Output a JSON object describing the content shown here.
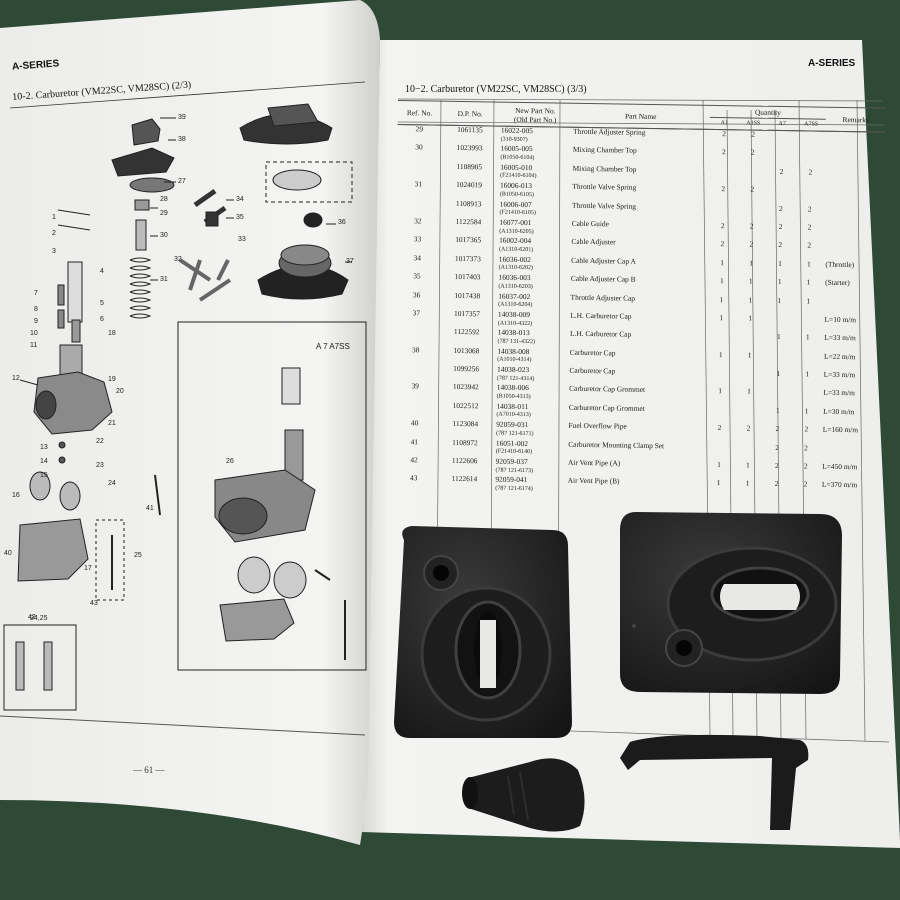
{
  "left_page": {
    "series": "A-SERIES",
    "figure_title": "10-2. Carburetor (VM22SC, VM28SC) (2/3)",
    "variant_label": "A 7  A7SS",
    "ref_labels": [
      "39",
      "38",
      "27",
      "28",
      "29",
      "30",
      "34",
      "35",
      "36",
      "33",
      "32",
      "37",
      "31",
      "1",
      "2",
      "3",
      "4",
      "5",
      "6",
      "7",
      "8",
      "9",
      "10",
      "11",
      "12",
      "13",
      "14",
      "15",
      "16",
      "17",
      "18",
      "19",
      "20",
      "21",
      "22",
      "23",
      "24",
      "25",
      "26",
      "40",
      "41",
      "42",
      "43",
      "24,25"
    ],
    "page_number": "— 61 —"
  },
  "right_page": {
    "series": "A-SERIES",
    "table_title": "10−2.  Carburetor (VM22SC, VM28SC) (3/3)",
    "headers": {
      "ref": "Ref. No.",
      "dp": "D.P. No.",
      "new": "New Part No.",
      "old": "(Old Part No.)",
      "name": "Part Name",
      "quantity": "Quantity",
      "q_cols": [
        "A1",
        "A1SS",
        "A7",
        "A7SS"
      ],
      "remarks": "Remarks"
    },
    "rows": [
      {
        "ref": "29",
        "dp": "1061135",
        "new": "16022-005",
        "old": "(310-9307)",
        "name": "Throttle Adjuster Spring",
        "q": [
          "2",
          "2",
          "",
          ""
        ],
        "rem": ""
      },
      {
        "ref": "30",
        "dp": "1023993",
        "new": "16005-005",
        "old": "(B1050-6104)",
        "name": "Mixing Chamber Top",
        "q": [
          "2",
          "2",
          "",
          ""
        ],
        "rem": ""
      },
      {
        "ref": "",
        "dp": "1108905",
        "new": "16005-010",
        "old": "(F21410-6104)",
        "name": "Mixing Chamber Top",
        "q": [
          "",
          "",
          "2",
          "2"
        ],
        "rem": ""
      },
      {
        "ref": "31",
        "dp": "1024019",
        "new": "16006-013",
        "old": "(B1050-6105)",
        "name": "Throttle Valve Spring",
        "q": [
          "2",
          "2",
          "",
          ""
        ],
        "rem": ""
      },
      {
        "ref": "",
        "dp": "1108913",
        "new": "16006-007",
        "old": "(F21410-6105)",
        "name": "Throttle Valve Spring",
        "q": [
          "",
          "",
          "2",
          "2"
        ],
        "rem": ""
      },
      {
        "ref": "32",
        "dp": "1122584",
        "new": "16077-001",
        "old": "(A1310-6205)",
        "name": "Cable Guide",
        "q": [
          "2",
          "2",
          "2",
          "2"
        ],
        "rem": ""
      },
      {
        "ref": "33",
        "dp": "1017365",
        "new": "16002-004",
        "old": "(A1310-6201)",
        "name": "Cable Adjuster",
        "q": [
          "2",
          "2",
          "2",
          "2"
        ],
        "rem": ""
      },
      {
        "ref": "34",
        "dp": "1017373",
        "new": "16036-002",
        "old": "(A1310-6202)",
        "name": "Cable Adjuster Cap A",
        "q": [
          "1",
          "1",
          "1",
          "1"
        ],
        "rem": "(Throttle)"
      },
      {
        "ref": "35",
        "dp": "1017403",
        "new": "16036-003",
        "old": "(A1310-6203)",
        "name": "Cable Adjuster Cap B",
        "q": [
          "1",
          "1",
          "1",
          "1"
        ],
        "rem": "(Starter)"
      },
      {
        "ref": "36",
        "dp": "1017438",
        "new": "16037-002",
        "old": "(A1310-6204)",
        "name": "Throttle Adjuster Cap",
        "q": [
          "1",
          "1",
          "1",
          "1"
        ],
        "rem": ""
      },
      {
        "ref": "37",
        "dp": "1017357",
        "new": "14038-009",
        "old": "(A1310-4322)",
        "name": "L.H. Carburetor Cap",
        "q": [
          "1",
          "1",
          "",
          ""
        ],
        "rem": "L=10 m/m"
      },
      {
        "ref": "",
        "dp": "1122592",
        "new": "14038-013",
        "old": "(787 131-4322)",
        "name": "L.H. Carburetor Cap",
        "q": [
          "",
          "",
          "1",
          "1"
        ],
        "rem": "L=33 m/m"
      },
      {
        "ref": "38",
        "dp": "1013068",
        "new": "14038-008",
        "old": "(A1010-4314)",
        "name": "Carburetor Cap",
        "q": [
          "1",
          "1",
          "",
          ""
        ],
        "rem": "L=22 m/m"
      },
      {
        "ref": "",
        "dp": "1099256",
        "new": "14038-023",
        "old": "(787 121-4314)",
        "name": "Carburetor Cap",
        "q": [
          "",
          "",
          "1",
          "1"
        ],
        "rem": "L=33 m/m"
      },
      {
        "ref": "39",
        "dp": "1023942",
        "new": "14038-006",
        "old": "(B1050-4313)",
        "name": "Carburetor Cap Grommet",
        "q": [
          "1",
          "1",
          "",
          ""
        ],
        "rem": "L=33 m/m"
      },
      {
        "ref": "",
        "dp": "1022512",
        "new": "14038-011",
        "old": "(A7010-4313)",
        "name": "Carburetor Cap Grommet",
        "q": [
          "",
          "",
          "1",
          "1"
        ],
        "rem": "L=30 m/m"
      },
      {
        "ref": "40",
        "dp": "1123084",
        "new": "92059-031",
        "old": "(787 121-6171)",
        "name": "Fuel Overflow Pipe",
        "q": [
          "2",
          "2",
          "2",
          "2"
        ],
        "rem": "L=160 m/m"
      },
      {
        "ref": "41",
        "dp": "1108972",
        "new": "16051-002",
        "old": "(F21410-6140)",
        "name": "Carburetor Mounting Clamp Set",
        "q": [
          "",
          "",
          "2",
          "2"
        ],
        "rem": ""
      },
      {
        "ref": "42",
        "dp": "1122606",
        "new": "92059-037",
        "old": "(787 121-6173)",
        "name": "Air Vent Pipe (A)",
        "q": [
          "1",
          "1",
          "2",
          "2"
        ],
        "rem": "L=450 m/m"
      },
      {
        "ref": "43",
        "dp": "1122614",
        "new": "92059-041",
        "old": "(787 121-6174)",
        "name": "Air Vent Pipe (B)",
        "q": [
          "1",
          "1",
          "2",
          "2"
        ],
        "rem": "L=370 m/m"
      }
    ]
  }
}
